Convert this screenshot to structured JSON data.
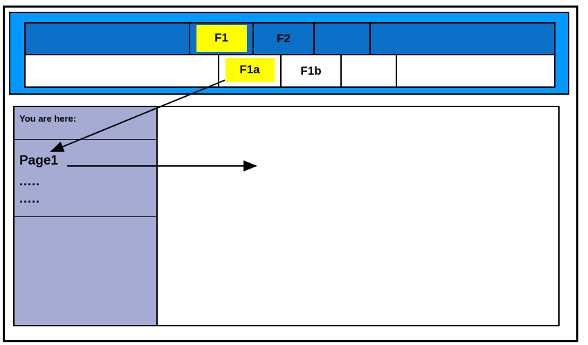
{
  "header": {
    "primary_tabs": [
      {
        "label": "",
        "highlighted": false
      },
      {
        "label": "F1",
        "highlighted": true
      },
      {
        "label": "F2",
        "highlighted": false
      },
      {
        "label": "",
        "highlighted": false
      },
      {
        "label": "",
        "highlighted": false
      }
    ],
    "secondary_tabs": [
      {
        "label": "",
        "highlighted": false
      },
      {
        "label": "F1a",
        "highlighted": true
      },
      {
        "label": "F1b",
        "highlighted": false
      },
      {
        "label": "",
        "highlighted": false
      },
      {
        "label": "",
        "highlighted": false
      }
    ]
  },
  "sidebar": {
    "breadcrumb_label": "You are here:",
    "items": [
      {
        "label": "Page1"
      },
      {
        "label": "....."
      },
      {
        "label": "....."
      }
    ]
  },
  "annotations": {
    "arrows": [
      {
        "name": "f1a-to-page1",
        "from": "F1a",
        "to": "Page1"
      },
      {
        "name": "page1-to-content",
        "from": "Page1",
        "to": "content-area"
      }
    ]
  },
  "colors": {
    "header_bg": "#0099ff",
    "tab_bar_bg": "#0b70c8",
    "highlight_bg": "#ffff00",
    "sidebar_bg": "#a6abd4",
    "line_color": "#000000"
  }
}
